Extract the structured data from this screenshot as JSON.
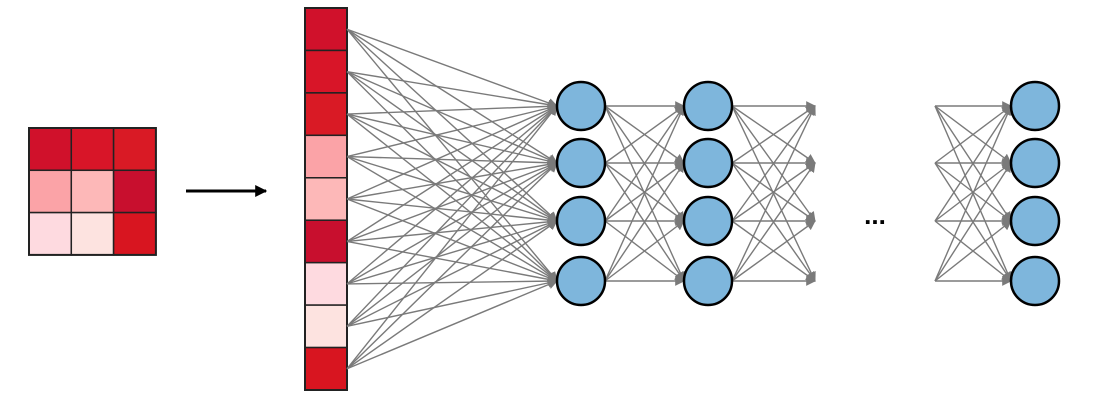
{
  "grid": {
    "rows": 3,
    "cols": 3,
    "colors": [
      "#d0112b",
      "#d81528",
      "#d91a25",
      "#fba3a7",
      "#fdb8b8",
      "#c80f2e",
      "#fedae0",
      "#fde3e0",
      "#d81520"
    ]
  },
  "vector": {
    "colors": [
      "#d0112b",
      "#d81528",
      "#d91a25",
      "#fba3a7",
      "#fdb8b8",
      "#c80f2e",
      "#fedae0",
      "#fde3e0",
      "#d81520"
    ]
  },
  "network": {
    "layer_sizes": [
      4,
      4,
      4
    ],
    "ellipsis": "...",
    "node_fill": "#7eb6dc",
    "node_stroke": "#000000",
    "edge_color": "#7a7a7a"
  }
}
